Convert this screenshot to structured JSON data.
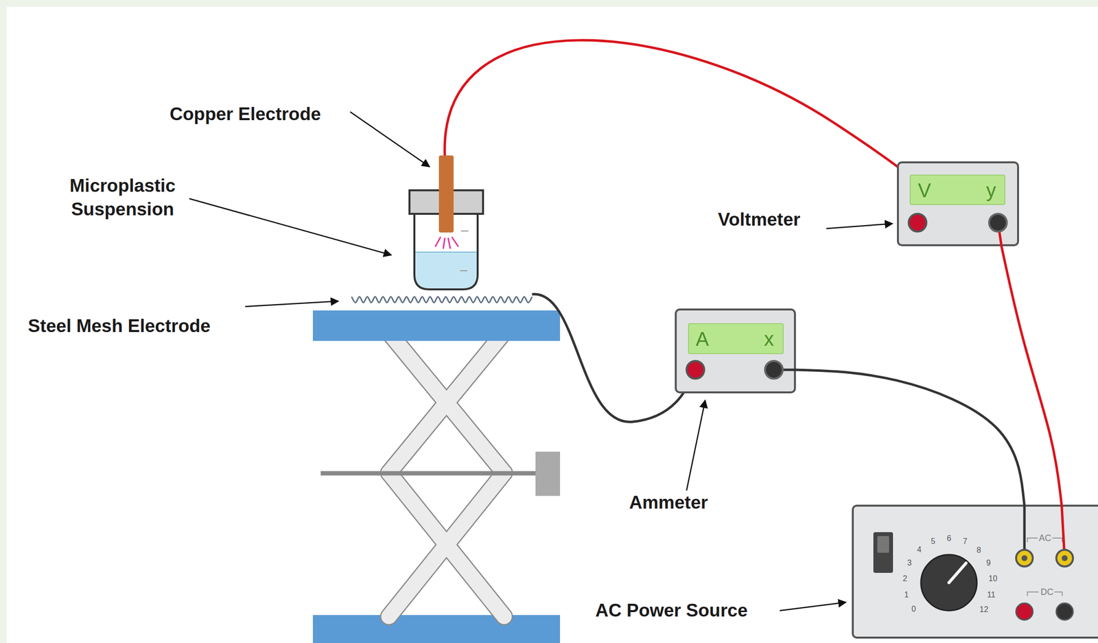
{
  "diagram": {
    "nodes": [
      {
        "text": [
          "V",
          "y"
        ]
      },
      {
        "text": [
          "A",
          "x"
        ]
      },
      {
        "text": [
          "AC",
          "DC"
        ]
      }
    ],
    "edges": [
      {
        "from": 0,
        "to": 2,
        "arrow": "none"
      },
      {
        "from": 1,
        "to": 2,
        "arrow": "none"
      }
    ],
    "labels": [
      "Copper Electrode",
      "Microplastic Suspension",
      "Steel Mesh Electrode",
      "Voltmeter",
      "Ammeter",
      "AC Power Source",
      "0",
      "1",
      "2",
      "3",
      "4",
      "5",
      "6",
      "7",
      "8",
      "9",
      "10",
      "11",
      "12"
    ]
  }
}
